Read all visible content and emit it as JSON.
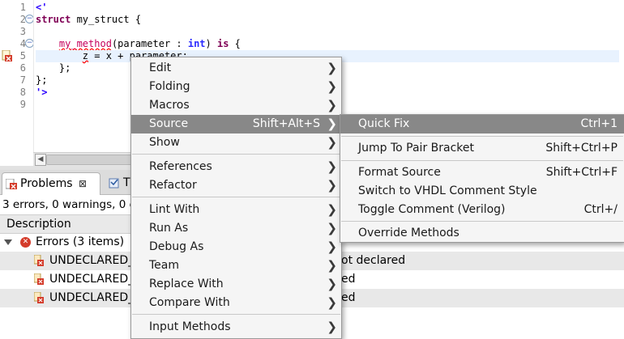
{
  "editor": {
    "line_numbers": [
      "1",
      "2",
      "3",
      "4",
      "5",
      "6",
      "7",
      "8",
      "9"
    ],
    "lines": {
      "l1": "<'",
      "l2_kw": "struct",
      "l2_rest": " my_struct {",
      "l4_indent": "    ",
      "l4_method": "my_method",
      "l4_a": "(parameter : ",
      "l4_type": "int",
      "l4_b": ") ",
      "l4_is": "is",
      "l4_c": " {",
      "l5_indent": "        ",
      "l5_z": "z",
      "l5_rest": " = x + parameter;",
      "l6": "    };",
      "l7": "};",
      "l8": "'>"
    }
  },
  "problems": {
    "tabs": [
      {
        "label": "Problems",
        "close": "⊠"
      },
      {
        "label": "T"
      }
    ],
    "summary": "3 errors, 0 warnings, 0 c",
    "column_description": "Description",
    "group_label": "Errors (3 items)",
    "rows": [
      {
        "name": "UNDECLARED_",
        "tail": "ot declared"
      },
      {
        "name": "UNDECLARED_",
        "tail": "ed"
      },
      {
        "name": "UNDECLARED_",
        "tail": "ed"
      }
    ]
  },
  "context_menu": {
    "items": [
      {
        "label": "Edit"
      },
      {
        "label": "Folding"
      },
      {
        "label": "Macros"
      },
      {
        "label": "Source",
        "shortcut": "Shift+Alt+S"
      },
      {
        "label": "Show"
      },
      {
        "label": "References"
      },
      {
        "label": "Refactor"
      },
      {
        "label": "Lint With"
      },
      {
        "label": "Run As"
      },
      {
        "label": "Debug As"
      },
      {
        "label": "Team"
      },
      {
        "label": "Replace With"
      },
      {
        "label": "Compare With"
      },
      {
        "label": "Input Methods"
      }
    ]
  },
  "source_submenu": {
    "items": [
      {
        "label": "Quick Fix",
        "shortcut": "Ctrl+1"
      },
      {
        "label": "Jump To Pair Bracket",
        "shortcut": "Shift+Ctrl+P"
      },
      {
        "label": "Format Source",
        "shortcut": "Shift+Ctrl+F"
      },
      {
        "label": "Switch to VHDL Comment Style",
        "shortcut": ""
      },
      {
        "label": "Toggle Comment (Verilog)",
        "shortcut": "Ctrl+/"
      },
      {
        "label": "Override Methods",
        "shortcut": ""
      }
    ]
  },
  "colors": {
    "menu_highlight": "#888888",
    "error_red": "#d43b2a",
    "keyword": "#7f0055",
    "string": "#2a00ff"
  }
}
